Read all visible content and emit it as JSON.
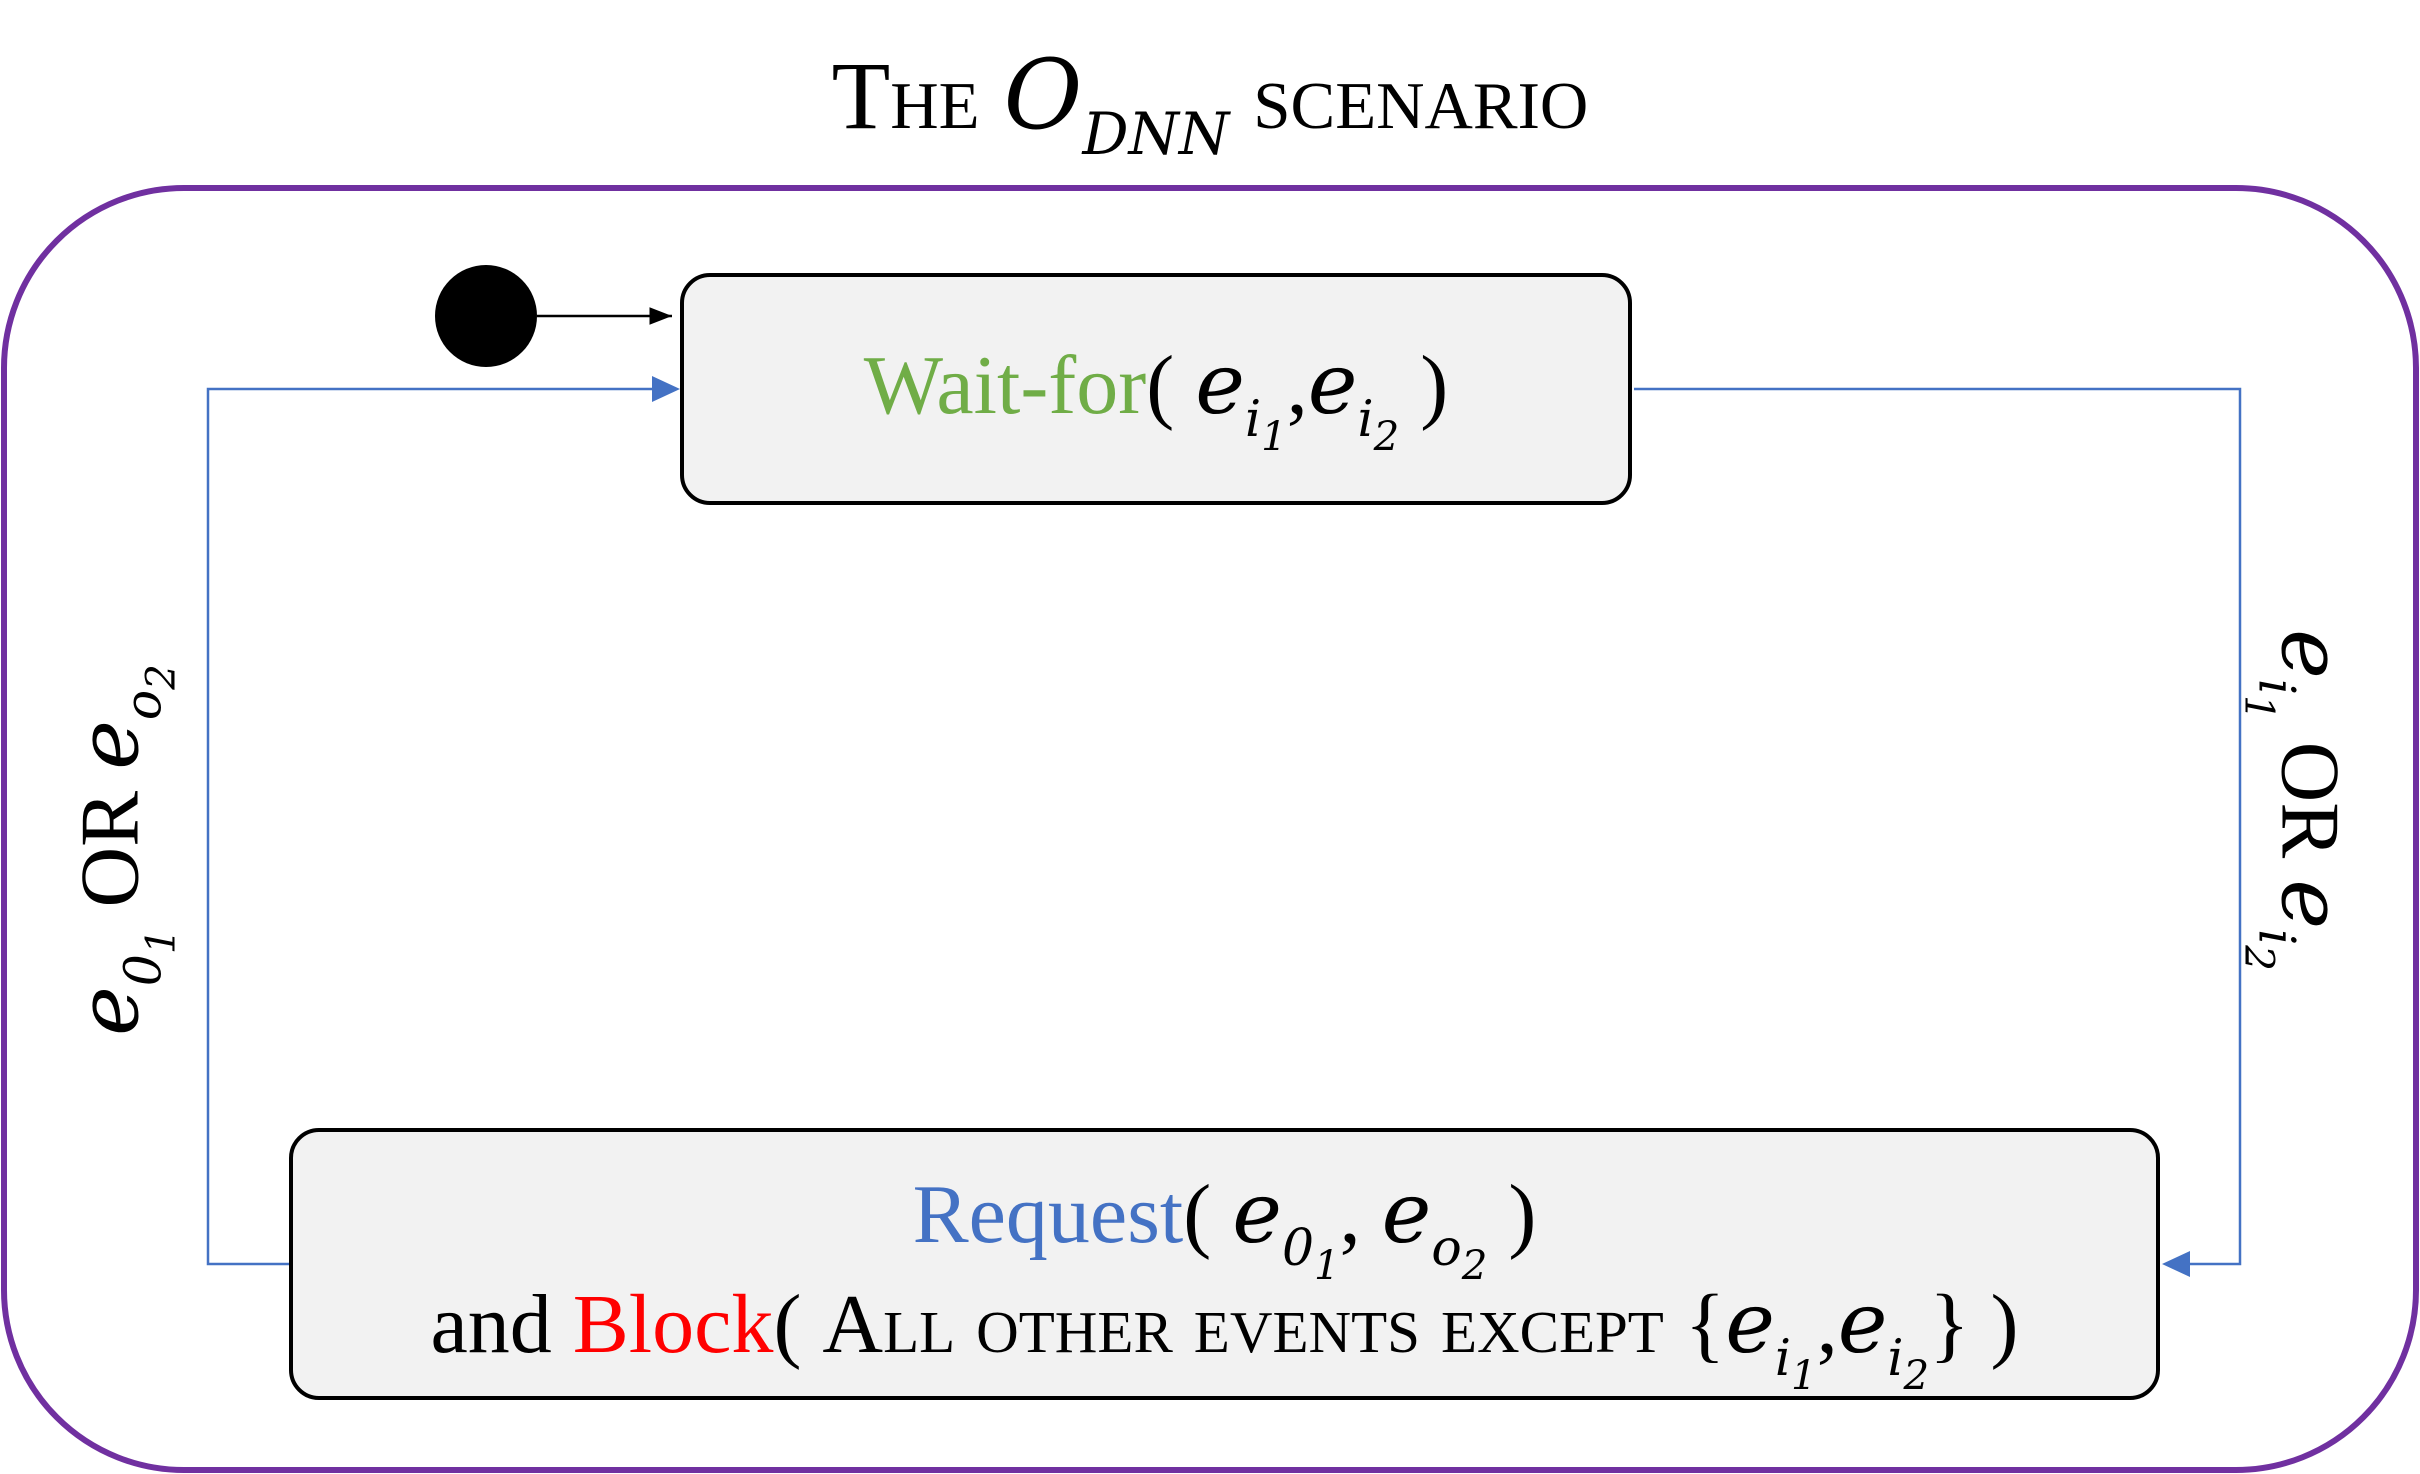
{
  "title": {
    "prefix": "The",
    "symbol": "O",
    "symbol_sub": "DNN",
    "suffix": "scenario"
  },
  "states": {
    "wait": {
      "keyword": "Wait-for",
      "open": "( ",
      "var": "e",
      "sub1": "i",
      "subsub1": "1",
      "sep": ",",
      "sub2": "i",
      "subsub2": "2",
      "close": " )"
    },
    "request": {
      "keyword": "Request",
      "open": "( ",
      "var": "e",
      "sub1": "0",
      "subsub1": "1",
      "sep": ", ",
      "sub2": "o",
      "subsub2": "2",
      "close": " )"
    },
    "block": {
      "prefix": "and ",
      "keyword": "Block",
      "open": "( ",
      "text": "All other events except",
      "brace_open": " {",
      "var": "e",
      "sub1": "i",
      "subsub1": "1",
      "sep": ",",
      "sub2": "i",
      "subsub2": "2",
      "brace_close": "}",
      "close": " )"
    }
  },
  "edges": {
    "left": {
      "var": "e",
      "sub1": "0",
      "subsub1": "1",
      "or": " OR ",
      "sub2": "o",
      "subsub2": "2"
    },
    "right": {
      "var": "e",
      "sub1": "i",
      "subsub1": "1",
      "or": " OR ",
      "sub2": "i",
      "subsub2": "2"
    }
  },
  "colors": {
    "wait_keyword": "#70ad47",
    "request_keyword": "#4472c4",
    "block_keyword": "#ff0000",
    "frame": "#7030a0",
    "transition": "#4472c4",
    "state_fill": "#f2f2f2"
  }
}
